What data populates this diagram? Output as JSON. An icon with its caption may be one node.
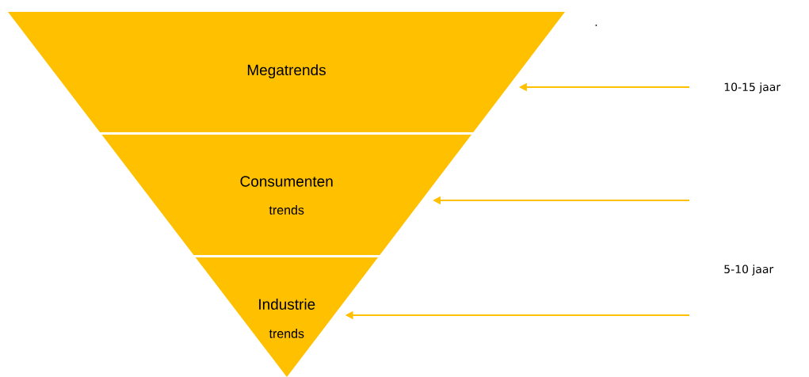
{
  "diagram": {
    "nodes": [
      {
        "text": [
          "Megatrends"
        ]
      },
      {
        "text": [
          "Consumenten",
          "trends"
        ]
      },
      {
        "text": [
          "Industrie",
          "trends"
        ]
      }
    ],
    "edges": [
      {
        "from": null,
        "to": 0,
        "arrow": "to"
      },
      {
        "from": null,
        "to": 1,
        "arrow": "to"
      },
      {
        "from": null,
        "to": 2,
        "arrow": "to"
      }
    ],
    "labels": [
      ".",
      "10-15 jaar",
      "5-10 jaar"
    ]
  }
}
